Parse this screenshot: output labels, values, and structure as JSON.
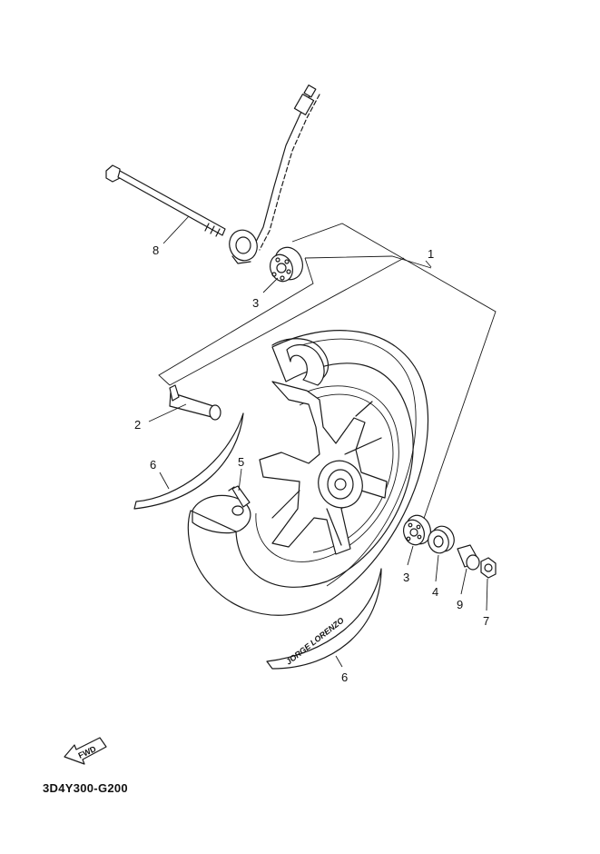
{
  "diagram_code": "3D4Y300-G200",
  "fwd_label": "FWD",
  "decal_text": "JORGE LORENZO",
  "callouts": [
    {
      "id": "c1",
      "label": "1",
      "part": "wheel-assembly"
    },
    {
      "id": "c2",
      "label": "2",
      "part": "spacer-collar"
    },
    {
      "id": "c3a",
      "label": "3",
      "part": "bearing-left"
    },
    {
      "id": "c3b",
      "label": "3",
      "part": "bearing-right"
    },
    {
      "id": "c4",
      "label": "4",
      "part": "spacer-ring"
    },
    {
      "id": "c5",
      "label": "5",
      "part": "valve"
    },
    {
      "id": "c6a",
      "label": "6",
      "part": "decal-upper"
    },
    {
      "id": "c6b",
      "label": "6",
      "part": "decal-lower"
    },
    {
      "id": "c7",
      "label": "7",
      "part": "axle-nut"
    },
    {
      "id": "c8",
      "label": "8",
      "part": "front-axle"
    },
    {
      "id": "c9",
      "label": "9",
      "part": "collar"
    }
  ]
}
